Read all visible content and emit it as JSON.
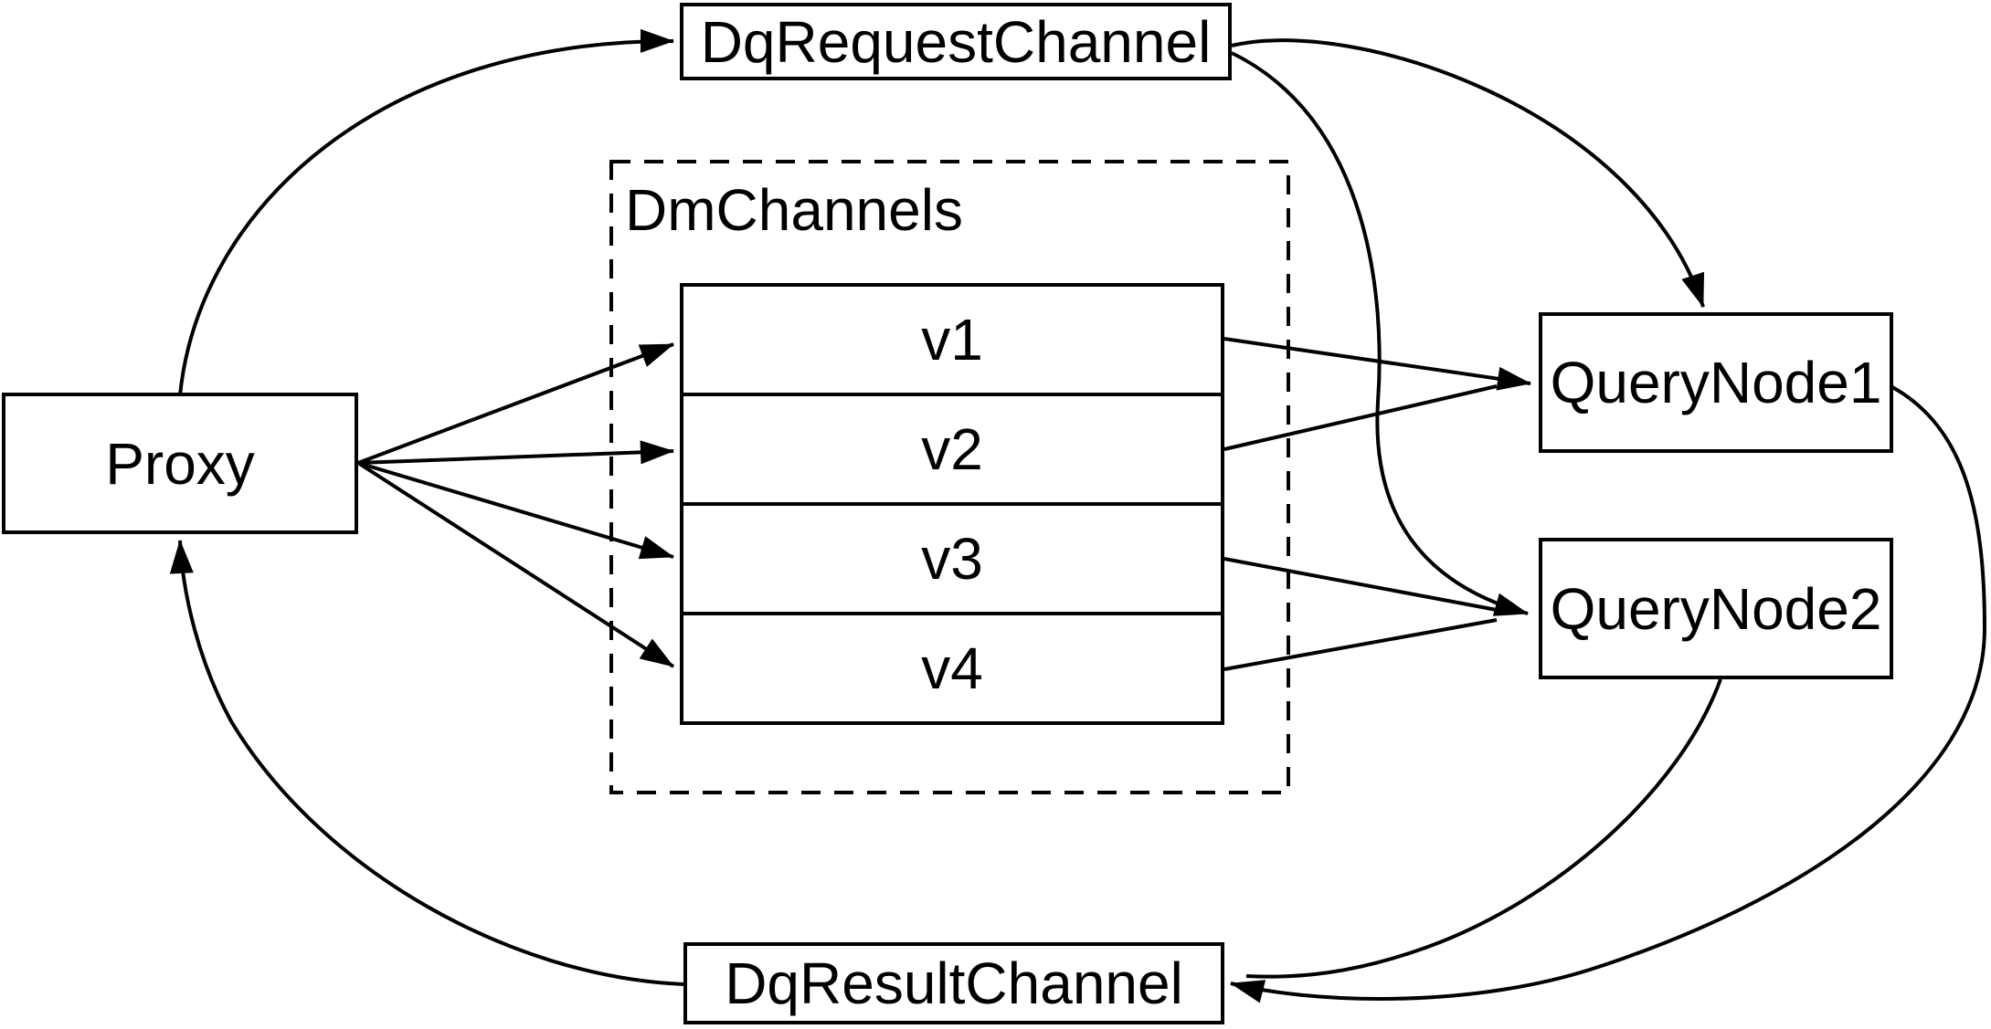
{
  "diagram": {
    "background_color": "#ffffff",
    "stroke_color": "#000000",
    "nodes": {
      "proxy": "Proxy",
      "request_channel": "DqRequestChannel",
      "result_channel": "DqResultChannel",
      "query_node_1": "QueryNode1",
      "query_node_2": "QueryNode2",
      "group_label": "DmChannels"
    },
    "channels": [
      "v1",
      "v2",
      "v3",
      "v4"
    ]
  }
}
